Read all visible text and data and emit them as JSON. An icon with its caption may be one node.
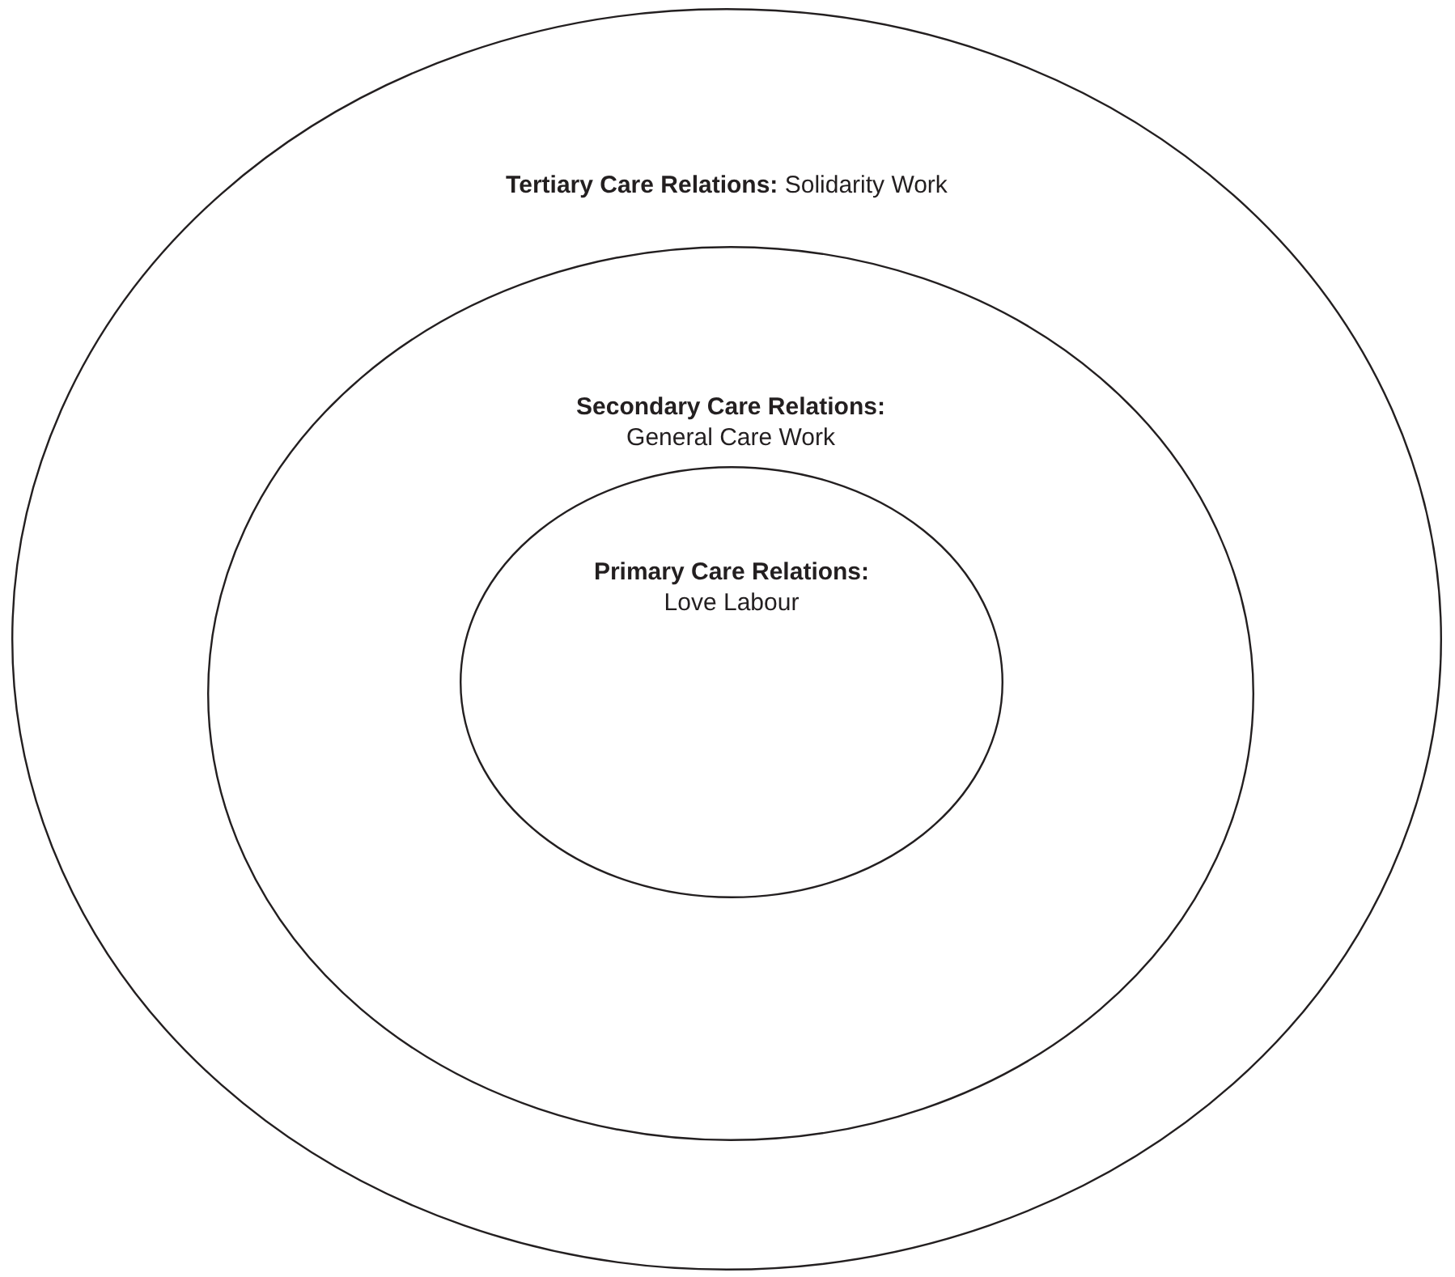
{
  "diagram": {
    "nodes": [
      {
        "text": [
          "Tertiary Care Relations:",
          "Solidarity Work"
        ]
      },
      {
        "text": [
          "Secondary Care Relations:",
          "General Care Work"
        ],
        "in": 0
      },
      {
        "text": [
          "Primary Care Relations:",
          "Love Labour"
        ],
        "in": 1
      }
    ]
  }
}
